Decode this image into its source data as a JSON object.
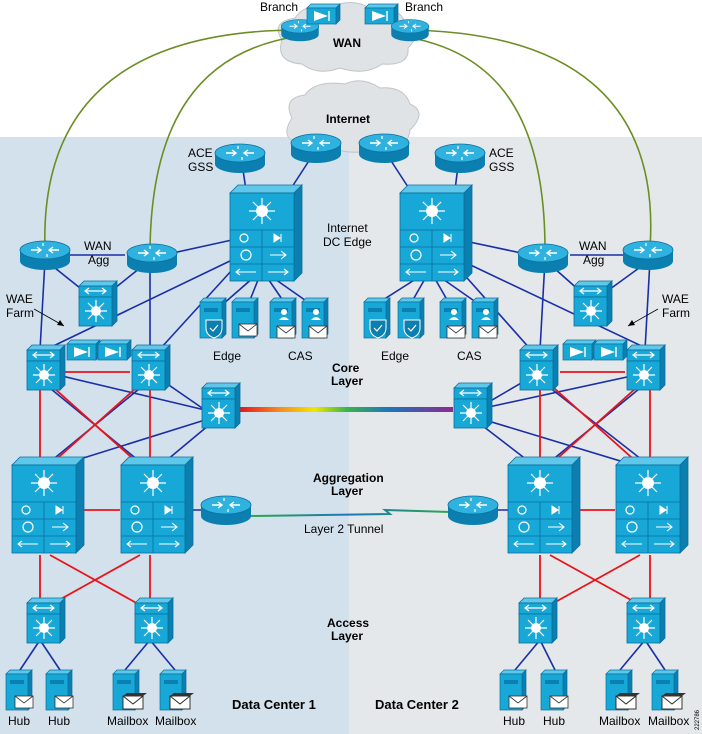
{
  "labels": {
    "branch_left": "Branch",
    "branch_right": "Branch",
    "wan": "WAN",
    "internet": "Internet",
    "ace_gss_left_1": "ACE",
    "ace_gss_left_2": "GSS",
    "ace_gss_right_1": "ACE",
    "ace_gss_right_2": "GSS",
    "internet_dc_edge_1": "Internet",
    "internet_dc_edge_2": "DC Edge",
    "wan_agg_left_1": "WAN",
    "wan_agg_left_2": "Agg",
    "wan_agg_right_1": "WAN",
    "wan_agg_right_2": "Agg",
    "wae_farm_left_1": "WAE",
    "wae_farm_left_2": "Farm",
    "wae_farm_right_1": "WAE",
    "wae_farm_right_2": "Farm",
    "edge_left": "Edge",
    "cas_left": "CAS",
    "edge_right": "Edge",
    "cas_right": "CAS",
    "core_layer_1": "Core",
    "core_layer_2": "Layer",
    "aggregation_layer_1": "Aggregation",
    "aggregation_layer_2": "Layer",
    "layer2_tunnel": "Layer 2 Tunnel",
    "access_layer_1": "Access",
    "access_layer_2": "Layer",
    "data_center_1": "Data Center 1",
    "data_center_2": "Data Center 2",
    "hub_1": "Hub",
    "hub_2": "Hub",
    "mailbox_1": "Mailbox",
    "mailbox_2": "Mailbox",
    "hub_3": "Hub",
    "hub_4": "Hub",
    "mailbox_3": "Mailbox",
    "mailbox_4": "Mailbox",
    "figure_id": "222786"
  },
  "colors": {
    "dc1_background": "#d3e1ed",
    "dc2_background": "#e4e8ea",
    "device_blue": "#13a3d0",
    "device_dark": "#0b6f9c",
    "link_blue": "#1a2fa6",
    "link_red": "#e8151b",
    "link_green": "#6b8e23",
    "tunnel_green": "#3bb54a"
  }
}
